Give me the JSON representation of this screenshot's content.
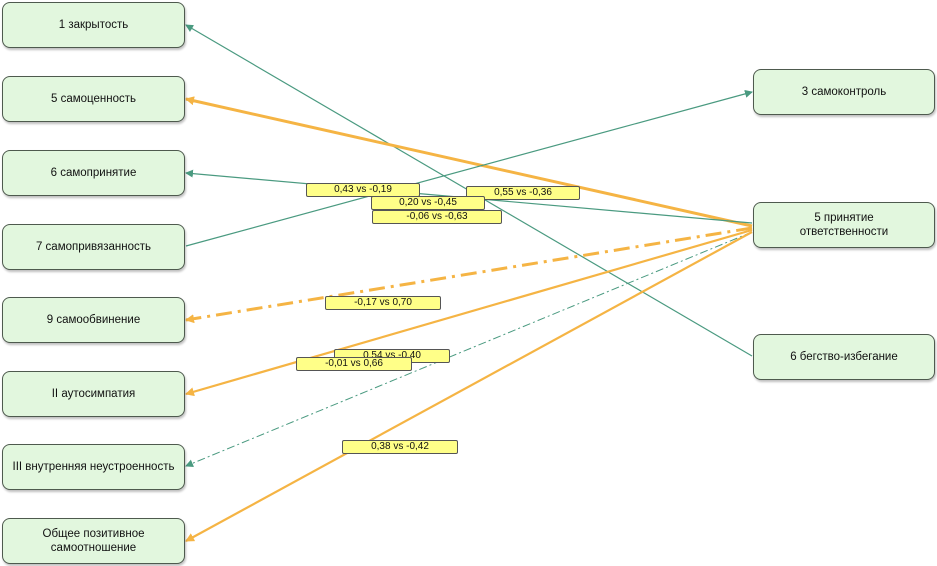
{
  "left_nodes": [
    "1 закрытость",
    "5 самоценность",
    "6 самопринятие",
    "7 самопривязанность",
    "9 самообвинение",
    "II аутосимпатия",
    "III внутренняя неустроенность",
    "Общее позитивное самоотношение"
  ],
  "right_nodes": [
    "3 самоконтроль",
    "5 принятие ответственности",
    "6 бегство-избегание"
  ],
  "edge_labels": [
    "0,43 vs -0,19",
    "0,55 vs -0,36",
    "0,20 vs -0,45",
    "-0,06 vs -0,63",
    "-0,17 vs 0,70",
    "0,54 vs -0,40",
    "-0,01 vs 0,66",
    "0,38 vs -0,42"
  ],
  "colors": {
    "node_fill": "#e2f7de",
    "thin_edge": "#4a9a80",
    "thick_edge": "#f5b444",
    "label_fill": "#ffff88"
  }
}
